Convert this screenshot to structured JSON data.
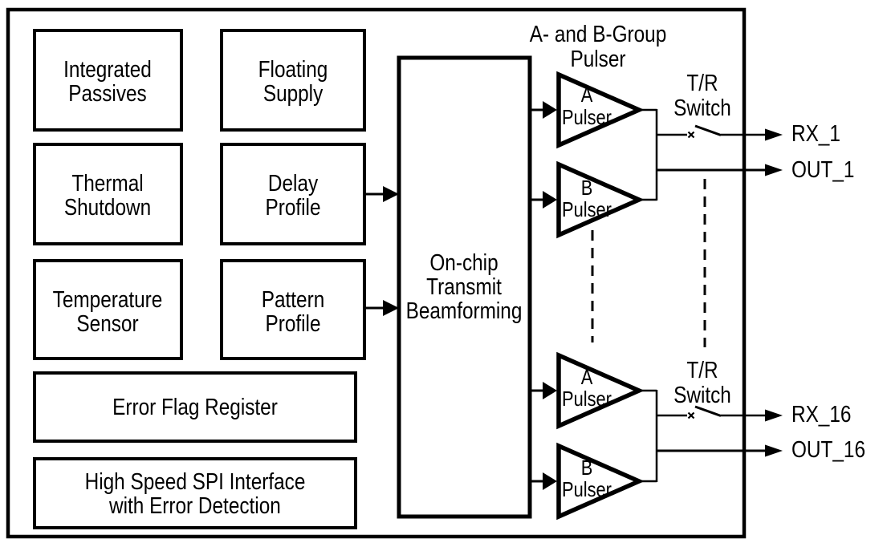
{
  "colors": {
    "background": "#ffffff",
    "ink": "#000000"
  },
  "chip": {
    "blocks": {
      "integrated_passives": {
        "lines": [
          "Integrated",
          "Passives"
        ]
      },
      "floating_supply": {
        "lines": [
          "Floating",
          "Supply"
        ]
      },
      "thermal_shutdown": {
        "lines": [
          "Thermal",
          "Shutdown"
        ]
      },
      "delay_profile": {
        "lines": [
          "Delay",
          "Profile"
        ]
      },
      "temperature_sensor": {
        "lines": [
          "Temperature",
          "Sensor"
        ]
      },
      "pattern_profile": {
        "lines": [
          "Pattern",
          "Profile"
        ]
      },
      "error_flag_register": {
        "lines": [
          "Error Flag Register"
        ]
      },
      "spi_interface": {
        "lines": [
          "High Speed SPI Interface",
          "with Error Detection"
        ]
      },
      "beamforming": {
        "lines": [
          "On-chip",
          "Transmit",
          "Beamforming"
        ]
      }
    },
    "pulser_group_title": {
      "lines": [
        "A- and B-Group",
        "Pulser"
      ]
    },
    "channels": [
      {
        "a_pulser": {
          "lines": [
            "A",
            "Pulser"
          ]
        },
        "b_pulser": {
          "lines": [
            "B",
            "Pulser"
          ]
        },
        "tr_switch": {
          "lines": [
            "T/R",
            "Switch"
          ]
        },
        "rx_port": "RX_1",
        "out_port": "OUT_1"
      },
      {
        "a_pulser": {
          "lines": [
            "A",
            "Pulser"
          ]
        },
        "b_pulser": {
          "lines": [
            "B",
            "Pulser"
          ]
        },
        "tr_switch": {
          "lines": [
            "T/R",
            "Switch"
          ]
        },
        "rx_port": "RX_16",
        "out_port": "OUT_16"
      }
    ]
  }
}
